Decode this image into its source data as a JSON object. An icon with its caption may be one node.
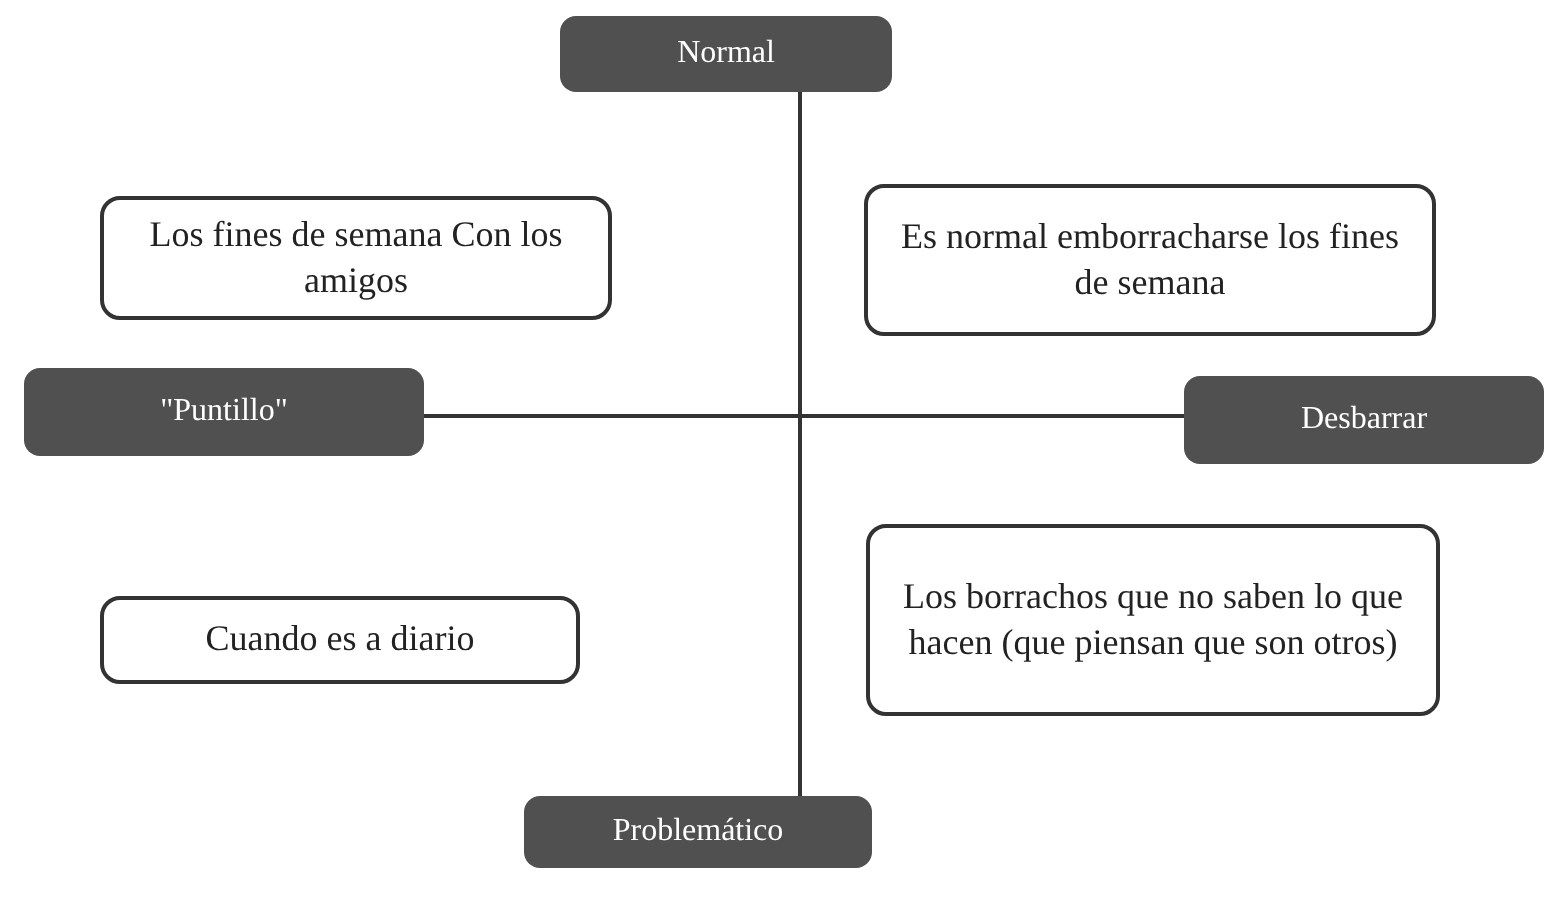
{
  "diagram": {
    "nodes": [
      {
        "text": [
          "Normal"
        ]
      },
      {
        "text": [
          "Los fines de semana Con los amigos"
        ]
      },
      {
        "text": [
          "Es normal emborracharse los fines de semana"
        ]
      },
      {
        "text": [
          "\"Puntillo\""
        ]
      },
      {
        "text": [
          "Desbarrar"
        ]
      },
      {
        "text": [
          "Cuando es a diario"
        ]
      },
      {
        "text": [
          "Los borrachos que no saben lo que hacen (que piensan que son otros)"
        ]
      },
      {
        "text": [
          "Problemático"
        ]
      }
    ],
    "edges": [
      {
        "from": 0,
        "to": 7,
        "arrow": "none"
      },
      {
        "from": 3,
        "to": 4,
        "arrow": "none"
      }
    ]
  }
}
